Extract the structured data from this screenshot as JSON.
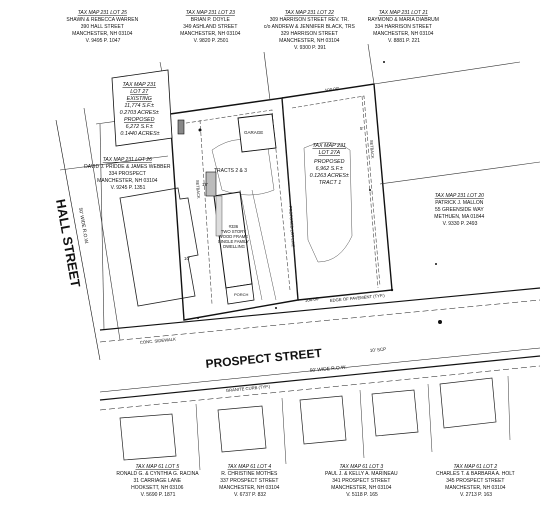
{
  "streets": {
    "hall": {
      "name": "HALL STREET",
      "width": "50' WIDE R.O.W."
    },
    "prospect": {
      "name": "PROSPECT STREET",
      "width": "50' WIDE R.O.W.",
      "paving": "10' SCP"
    }
  },
  "subject": {
    "header": "TAX MAP 231",
    "lot": "LOT 27",
    "existing_label": "EXISTING",
    "existing_sf": "11,774 S.F.±",
    "existing_acres": "0.2703 ACRES±",
    "proposed_label": "PROPOSED",
    "proposed_sf": "6,272 S.F.±",
    "proposed_acres": "0.1440 ACRES±"
  },
  "new_lot": {
    "header": "TAX MAP 231",
    "lot": "LOT 27A",
    "proposed_label": "PROPOSED",
    "sf": "6,962 S.F.±",
    "acres": "0.1263 ACRES±",
    "tract": "TRACT 1"
  },
  "abutters": [
    {
      "id": "lot25",
      "title": "TAX MAP 231 LOT 25",
      "lines": [
        "SHAWN & REBECCA WARREN",
        "390 HALL STREET",
        "MANCHESTER, NH 03104",
        "V. 9495 P. 1047"
      ]
    },
    {
      "id": "lot23",
      "title": "TAX MAP 231 LOT 23",
      "lines": [
        "BRIAN P. DOYLE",
        "349 ASHLAND STREET",
        "MANCHESTER, NH 03104",
        "V. 9820 P. 2501"
      ]
    },
    {
      "id": "lot22",
      "title": "TAX MAP 231 LOT 22",
      "lines": [
        "309 HARRISON STREET REV. TR.",
        "c/o ANDREW & JENNIFER BLACK, TRS",
        "329 HARRISON STREET",
        "MANCHESTER, NH 03104",
        "V. 9300 P. 391"
      ]
    },
    {
      "id": "lot21",
      "title": "TAX MAP 231 LOT 21",
      "lines": [
        "RAYMOND & MARIA DIABRUM",
        "334 HARRISON STREET",
        "MANCHESTER, NH 03104",
        "V. 8881 P. 221"
      ]
    },
    {
      "id": "lot26",
      "title": "TAX MAP 231 LOT 26",
      "lines": [
        "DAVID J. PRIDDE & JAMES WEBBER",
        "334 PROSPECT",
        "MANCHESTER, NH 03104",
        "V. 9245 P. 1351"
      ]
    },
    {
      "id": "lot20",
      "title": "TAX MAP 231 LOT 20",
      "lines": [
        "PATRICK J. MALLON",
        "55 GREENSIDE WAY",
        "METHUEN, MA 01844",
        "V. 9330 P. 2493"
      ]
    },
    {
      "id": "lot61_5",
      "title": "TAX MAP 61 LOT 5",
      "lines": [
        "RONALD G. & CYNTHIA G. RACINA",
        "31 CARRIAGE LANE",
        "HOOKSETT, NH 03106",
        "V. 5690 P. 1871"
      ]
    },
    {
      "id": "lot61_4",
      "title": "TAX MAP 61 LOT 4",
      "lines": [
        "R. CHRISTINE MOTHES",
        "337 PROSPECT STREET",
        "MANCHESTER, NH 03104",
        "V. 6737 P. 832"
      ]
    },
    {
      "id": "lot61_3",
      "title": "TAX MAP 61 LOT 3",
      "lines": [
        "PAUL J. & KELLY A. MARINEAU",
        "341 PROSPECT STREET",
        "MANCHESTER, NH 03104",
        "V. 5118 P. 165"
      ]
    },
    {
      "id": "lot61_2",
      "title": "TAX MAP 61 LOT 2",
      "lines": [
        "CHARLES T. & BARBARA A. HOLT",
        "345 PROSPECT STREET",
        "MANCHESTER, NH 03104",
        "V. 2713 P. 163"
      ]
    }
  ],
  "site_labels": {
    "tracts": "TRACTS 2 & 3",
    "garage": "GARAGE",
    "dwelling": [
      "#336",
      "TWO STORY",
      "WOOD FRAME",
      "SINGLE FAMILY",
      "DWELLING"
    ],
    "porch": "PORCH",
    "conc_sidewalk": "CONC. SIDEWALK",
    "edge_pavement": "EDGE OF PAVEMENT (TYP.)",
    "granite_curb": "GRANITE CURB (TYP.)",
    "proposed_lot_line": "PROPOSED LOT LINE",
    "setback": "SETBACK",
    "dim_top": "100.00'",
    "dim_bottom": "100.00'",
    "dim_18": "18'",
    "dim_10": "10'",
    "dim_5": "5'"
  }
}
